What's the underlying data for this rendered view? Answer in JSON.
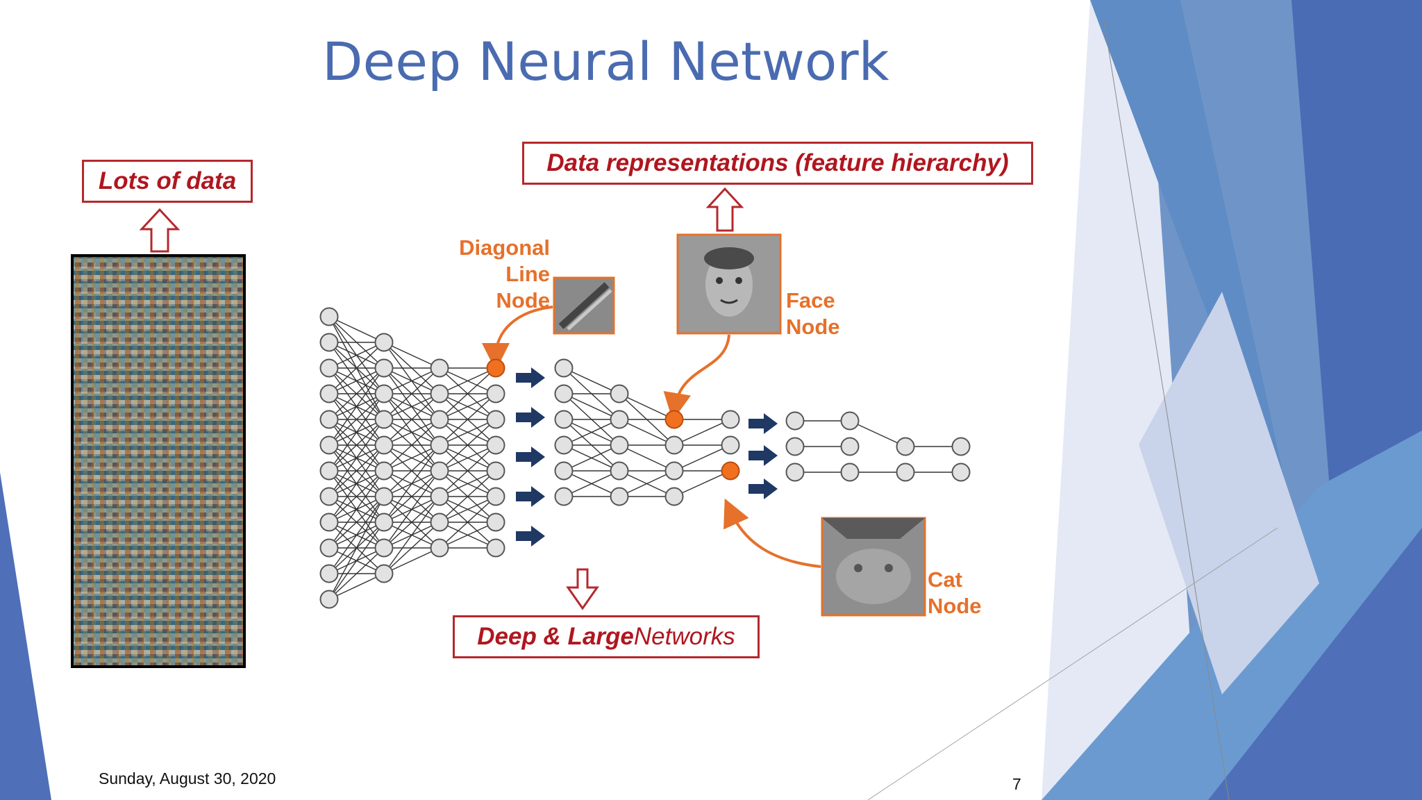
{
  "slide": {
    "title": "Deep Neural Network",
    "date": "Sunday, August 30, 2020",
    "page_number": "7"
  },
  "diagram": {
    "lots_of_data": "Lots of data",
    "data_representations": "Data representations (feature hierarchy)",
    "deep_large_bold": "Deep & Large",
    "deep_large_rest": " Networks",
    "diagonal_line_1": "Diagonal",
    "diagonal_line_2": "Line",
    "diagonal_line_3": "Node",
    "face_line_1": "Face",
    "face_line_2": "Node",
    "cat_line_1": "Cat",
    "cat_line_2": "Node"
  },
  "colors": {
    "title": "#4a6bb0",
    "box_border": "#b5282d",
    "label_orange": "#e5712b",
    "arrow_navy": "#1f3864",
    "deco_blue": "#4f6fb8"
  }
}
